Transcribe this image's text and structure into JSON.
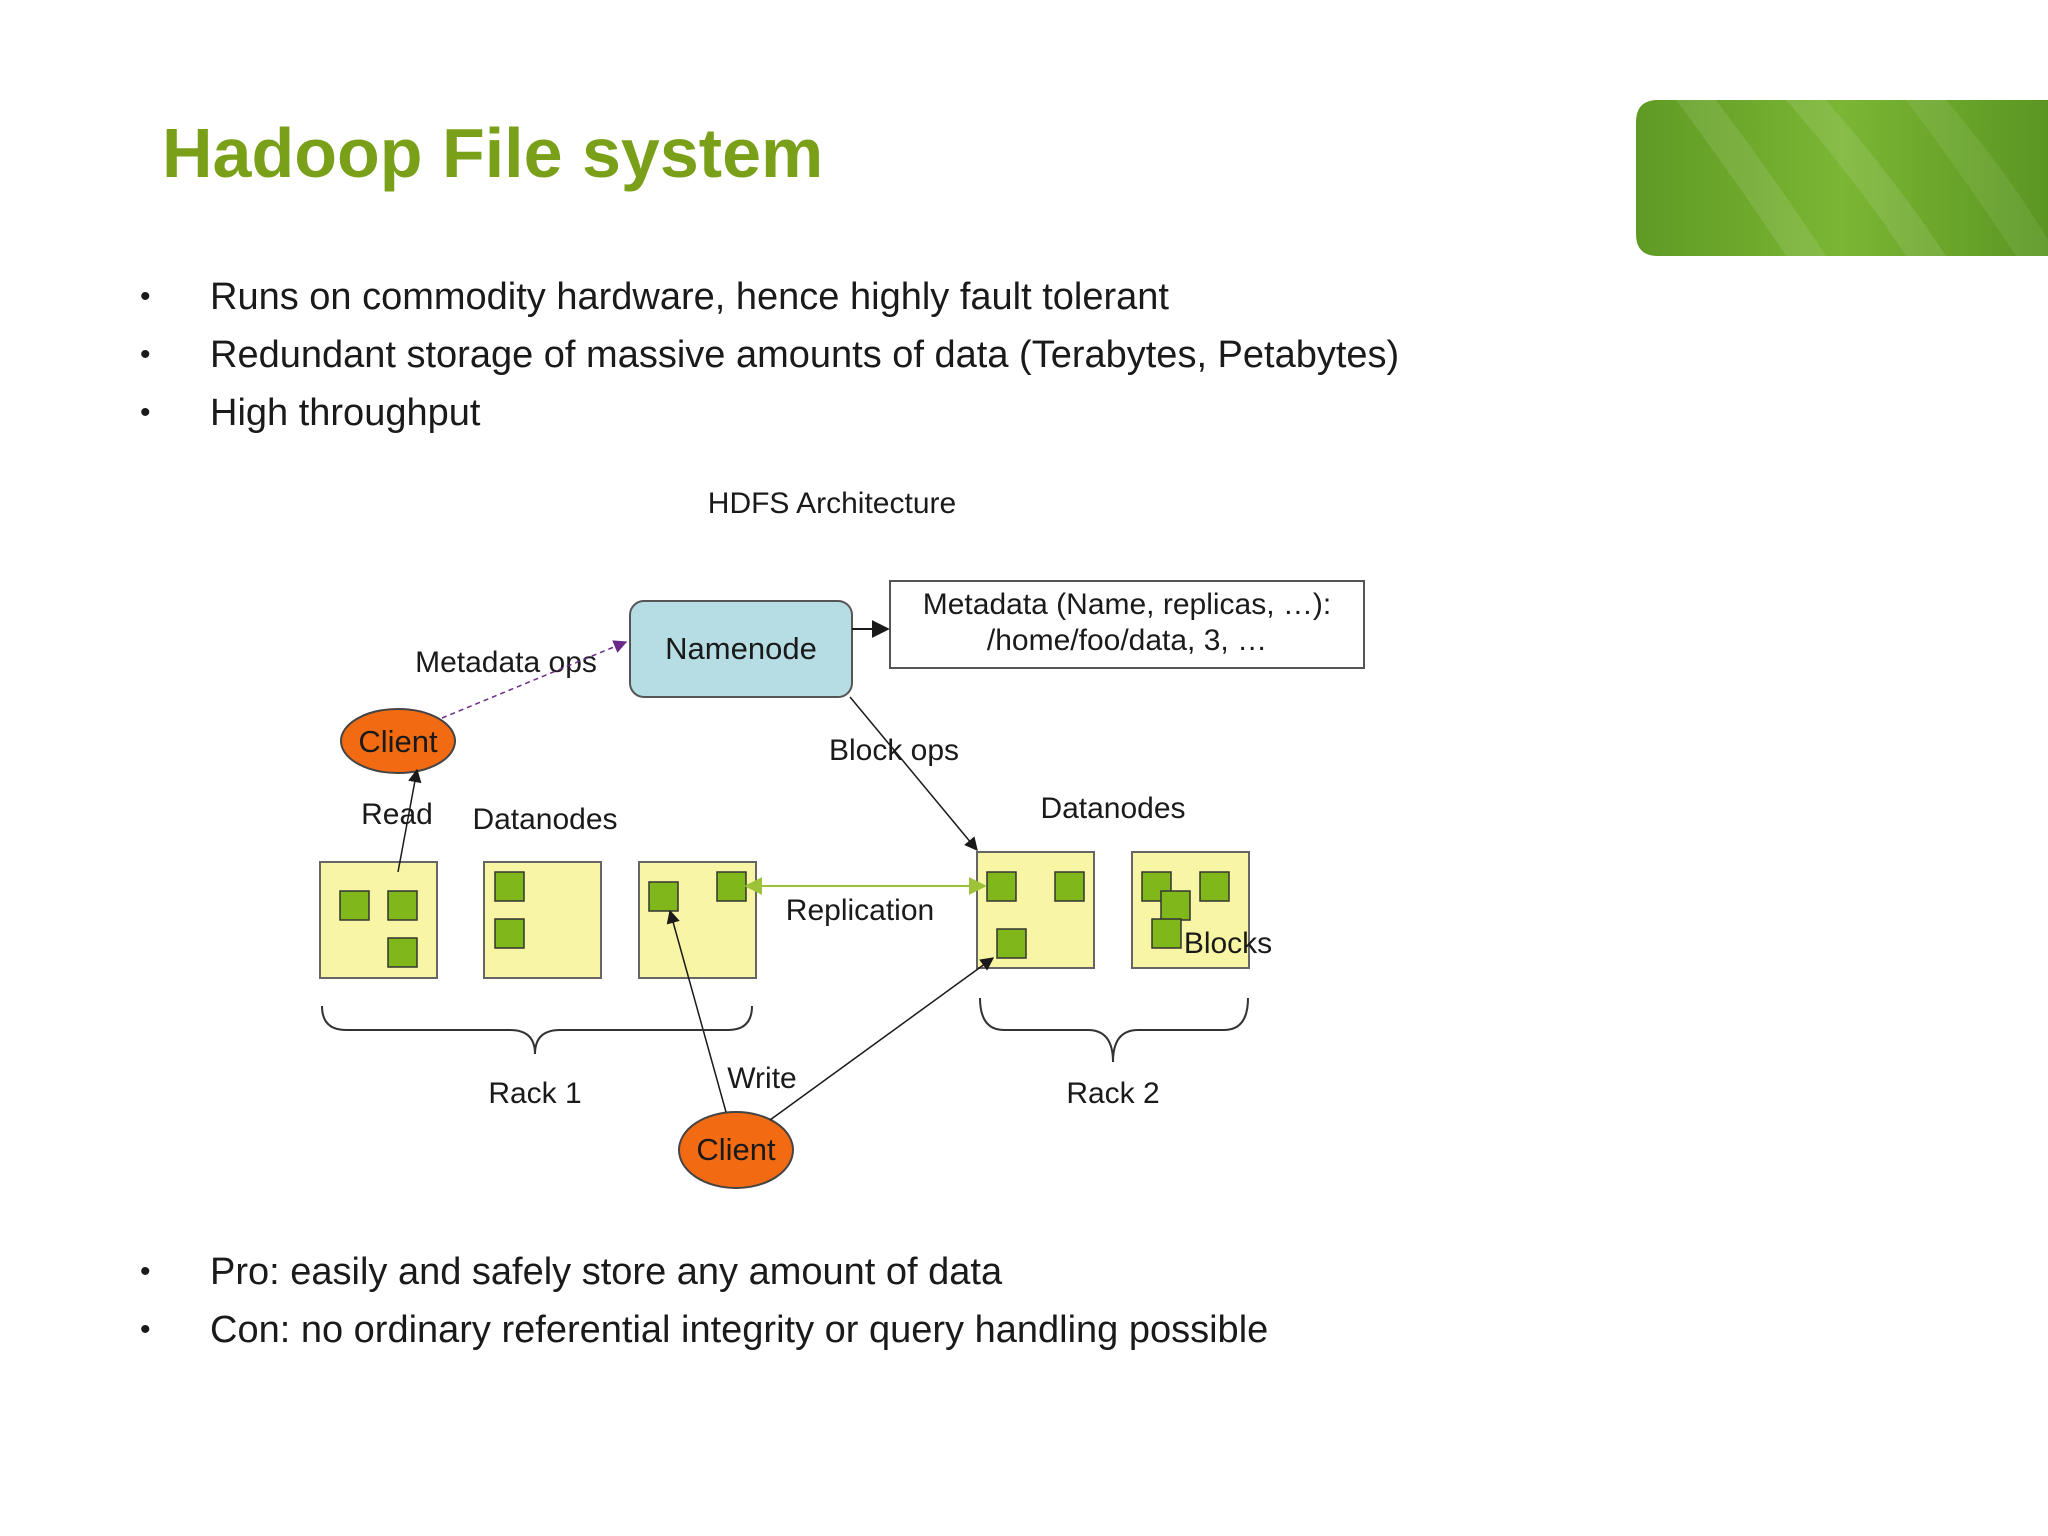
{
  "slide": {
    "title": "Hadoop File system",
    "bullets_top": [
      "Runs on commodity hardware, hence highly fault tolerant",
      "Redundant storage of massive amounts of data (Terabytes, Petabytes)",
      "High throughput"
    ],
    "bullets_bottom": [
      "Pro: easily and safely store any amount of data",
      "Con: no ordinary referential integrity or query handling possible"
    ],
    "bullet_glyph": "•",
    "colors": {
      "title": "#7aa019",
      "band": "#6aa32a",
      "client": "#f26b12",
      "namenode": "#b5dde3",
      "datanode": "#f8f6a4",
      "block": "#80b81c"
    }
  },
  "diagram": {
    "title": "HDFS Architecture",
    "namenode": "Namenode",
    "metadata_line1": "Metadata (Name, replicas, …):",
    "metadata_line2": "/home/foo/data, 3, …",
    "metadata_ops": "Metadata ops",
    "block_ops": "Block ops",
    "client_label": "Client",
    "read": "Read",
    "write": "Write",
    "datanodes": "Datanodes",
    "replication": "Replication",
    "blocks": "Blocks",
    "rack1": "Rack 1",
    "rack2": "Rack 2"
  }
}
